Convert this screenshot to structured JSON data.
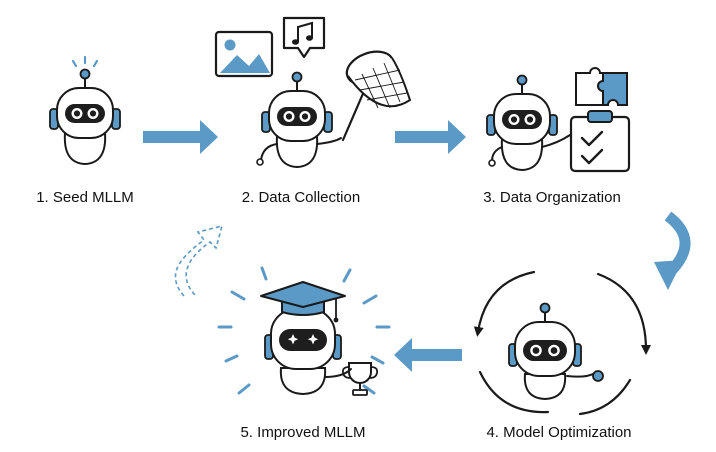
{
  "stages": [
    {
      "id": "seed",
      "label": "1. Seed MLLM"
    },
    {
      "id": "collection",
      "label": "2. Data Collection"
    },
    {
      "id": "organization",
      "label": "3. Data Organization"
    },
    {
      "id": "optimization",
      "label": "4. Model Optimization"
    },
    {
      "id": "improved",
      "label": "5. Improved MLLM"
    }
  ],
  "colors": {
    "accent": "#5b9ac6",
    "outline": "#1a1a1a",
    "visor": "#1e1e1e",
    "eye": "#ffffff",
    "background": "#ffffff"
  },
  "icons": [
    "robot-icon",
    "image-icon",
    "music-note-icon",
    "butterfly-net-icon",
    "puzzle-icon",
    "clipboard-checklist-icon",
    "graduation-cap-icon",
    "trophy-icon",
    "cycle-arrows-icon",
    "dashed-arrow-icon"
  ]
}
